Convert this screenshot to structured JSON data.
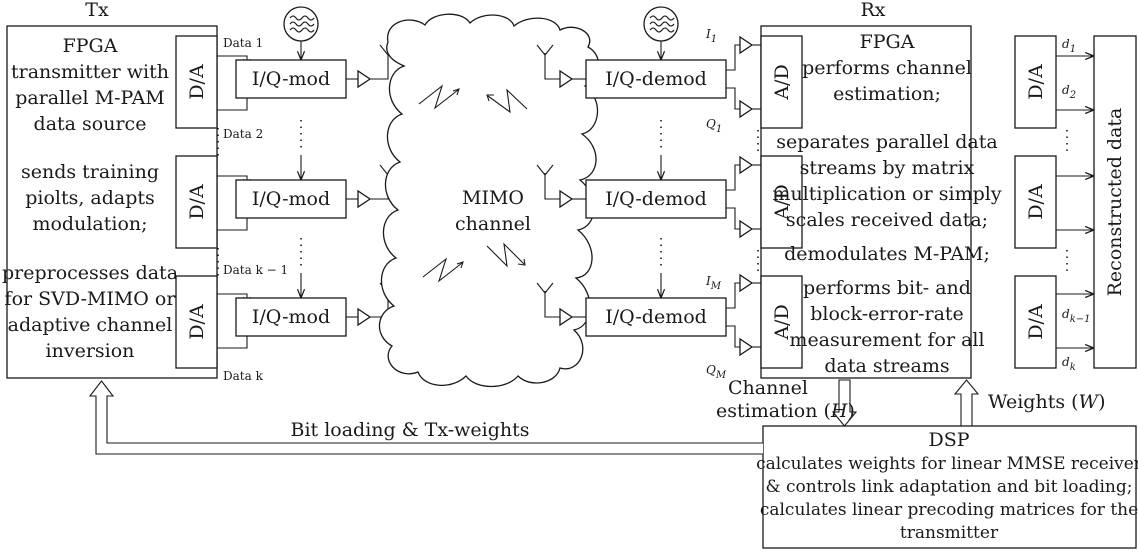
{
  "tx": {
    "title": "Tx",
    "text_lines": [
      "FPGA",
      "transmitter with",
      "parallel M-PAM",
      "data source",
      "sends training",
      "piolts, adapts",
      "modulation;",
      "preprocesses data",
      "for SVD-MIMO or",
      "adaptive channel",
      "inversion"
    ],
    "da_label": "D/A",
    "data_labels": [
      "Data 1",
      "Data 2",
      "Data k − 1",
      "Data k"
    ],
    "mod_label": "I/Q-mod"
  },
  "channel": {
    "label_line1": "MIMO",
    "label_line2": "channel"
  },
  "rx": {
    "title": "Rx",
    "demod_label": "I/Q-demod",
    "ad_label": "A/D",
    "iq": {
      "i1": "I",
      "i1_sub": "1",
      "q1": "Q",
      "q1_sub": "1",
      "im": "I",
      "im_sub": "M",
      "qm": "Q",
      "qm_sub": "M"
    },
    "text_lines": [
      "FPGA",
      "performs channel",
      "estimation;",
      "separates parallel data",
      "streams by matrix",
      "multiplication or simply",
      "scales received data;",
      "demodulates M-PAM;",
      "performs bit- and",
      "block-error-rate",
      "measurement for all",
      "data streams"
    ],
    "da_label": "D/A",
    "outputs": {
      "d1": "d",
      "d1_sub": "1",
      "d2": "d",
      "d2_sub": "2",
      "dk1": "d",
      "dk1_sub": "k−1",
      "dk": "d",
      "dk_sub": "k"
    },
    "reconstructed": "Reconstructed data"
  },
  "links": {
    "channel_estimation_line1": "Channel",
    "channel_estimation_line2": "estimation (",
    "channel_estimation_var": "H",
    "channel_estimation_close": ")",
    "weights_text": "Weights (",
    "weights_var": "W",
    "weights_close": ")",
    "bit_loading": "Bit loading & Tx-weights"
  },
  "dsp": {
    "title": "DSP",
    "lines": [
      "calculates weights for linear MMSE receiver",
      "& controls link adaptation and bit loading;",
      "calculates linear precoding matrices for the",
      "transmitter"
    ]
  }
}
